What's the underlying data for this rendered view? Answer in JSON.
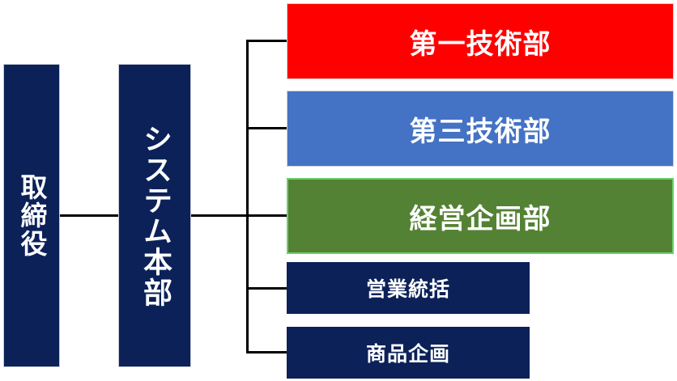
{
  "org": {
    "root": {
      "label": "取締役"
    },
    "hq": {
      "label": "システム本部"
    },
    "departments": [
      {
        "label": "第一技術部",
        "color": "#ff0000"
      },
      {
        "label": "第三技術部",
        "color": "#4472c4"
      },
      {
        "label": "経営企画部",
        "color": "#548235"
      },
      {
        "label": "営業統括",
        "color": "#0b2158"
      },
      {
        "label": "商品企画",
        "color": "#0b2158"
      }
    ]
  }
}
